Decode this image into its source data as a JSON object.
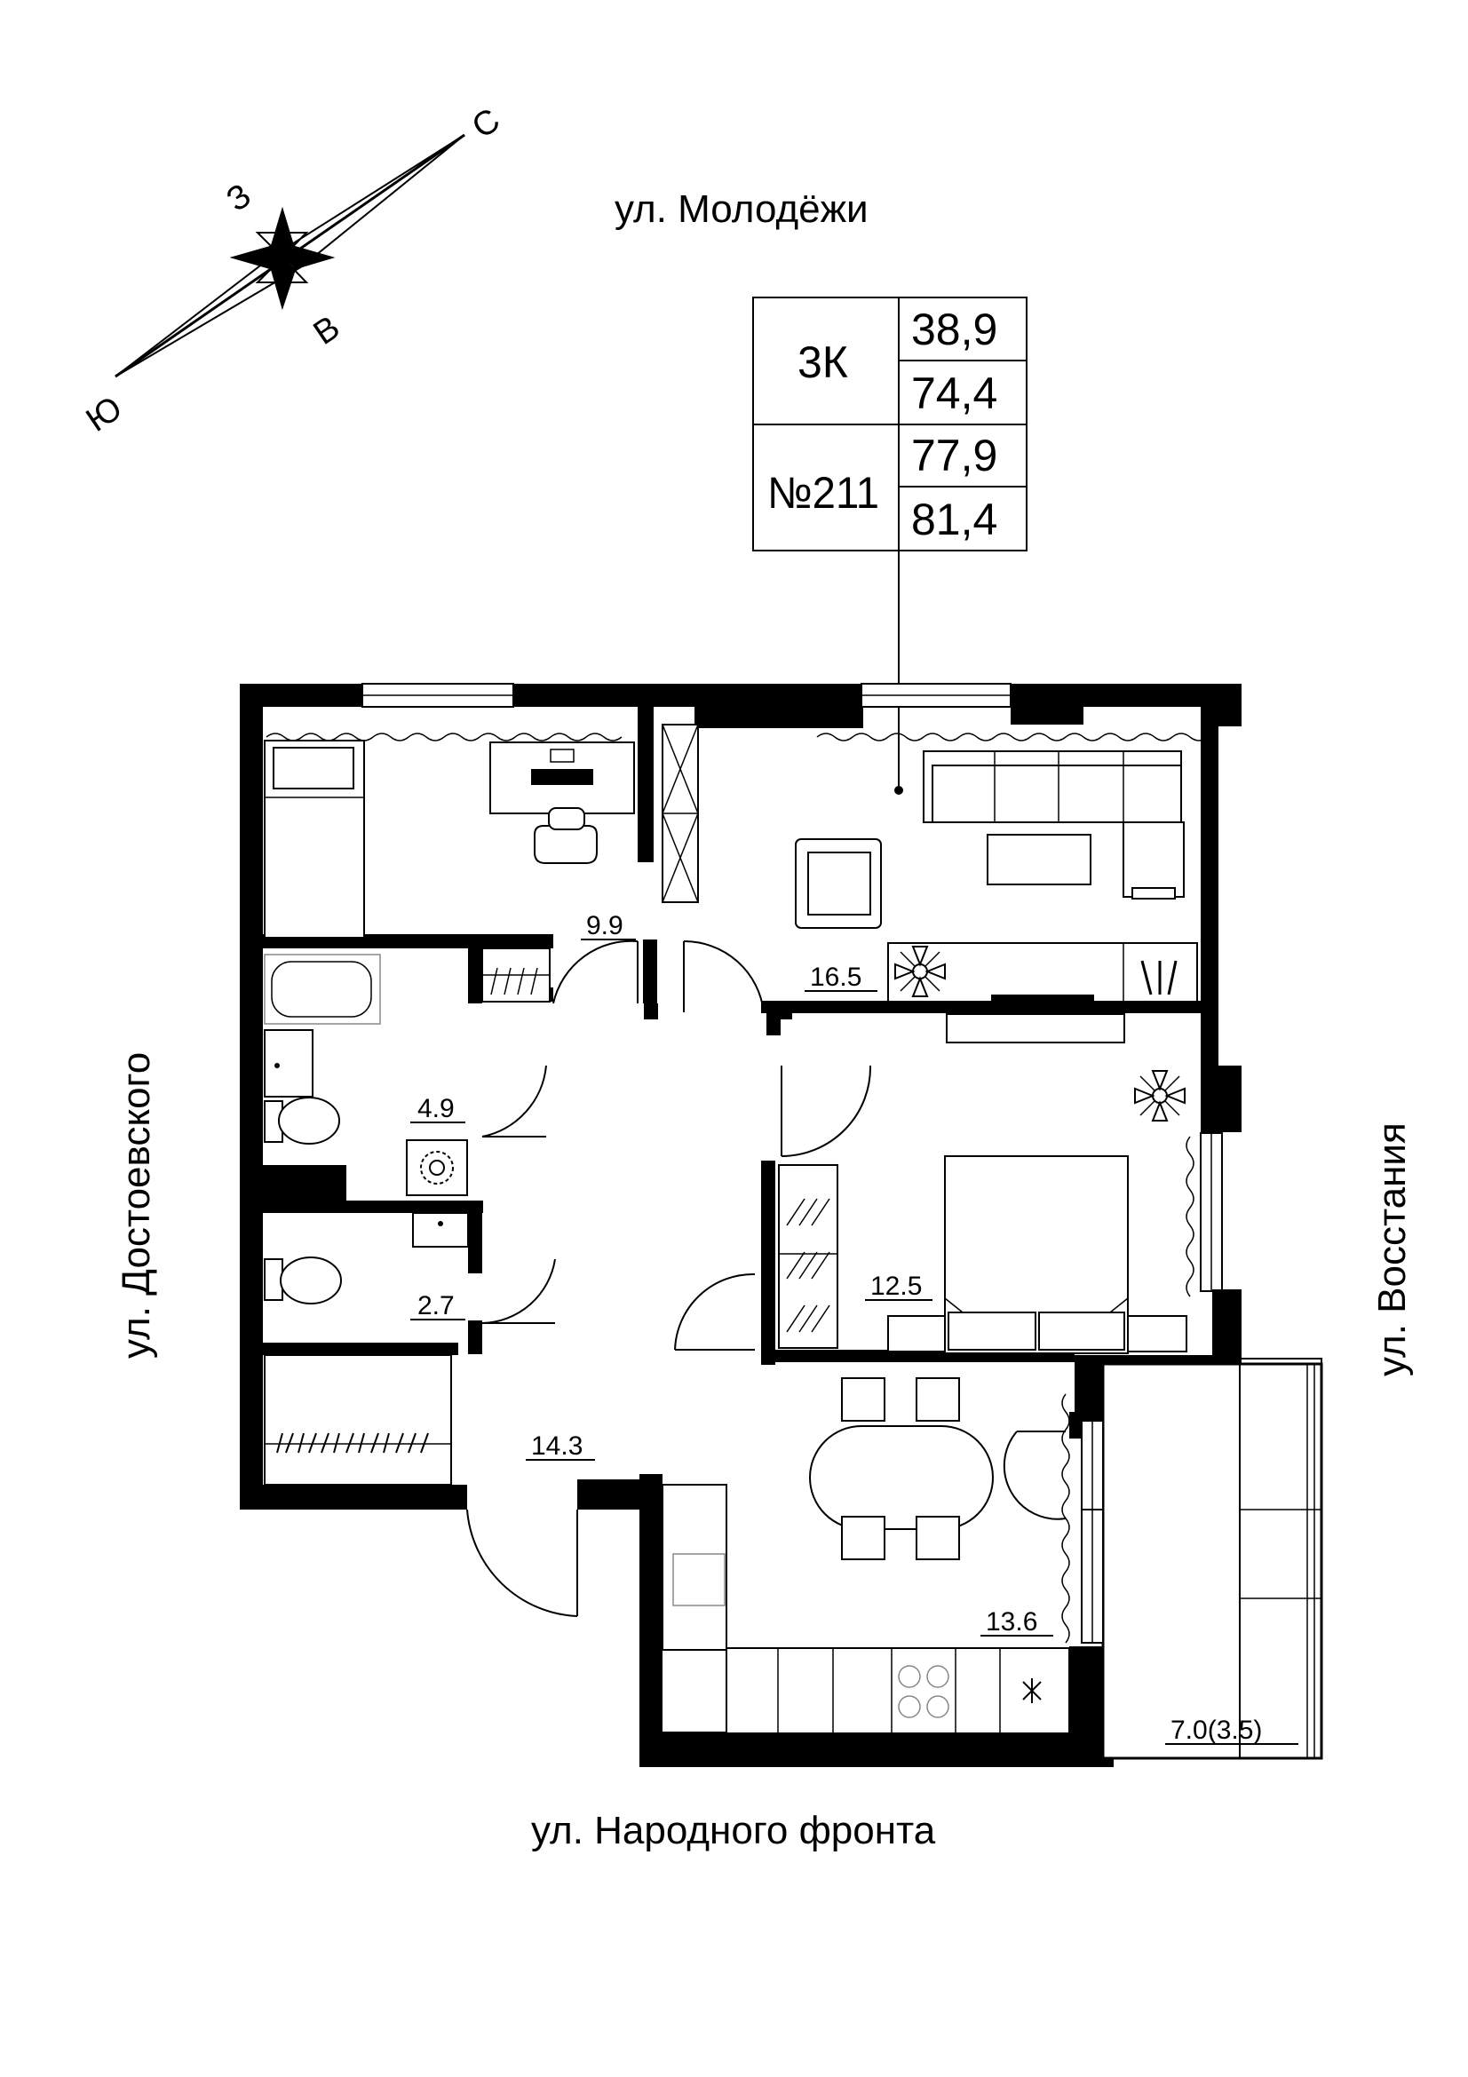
{
  "streets": {
    "north": "ул. Молодёжи",
    "south": "ул. Народного фронта",
    "west": "ул. Достоевского",
    "east": "ул. Восстания"
  },
  "compass": {
    "north": "С",
    "south": "Ю",
    "east": "В",
    "west": "З"
  },
  "apartment": {
    "type": "3К",
    "number": "№211",
    "areas": [
      "38,9",
      "74,4",
      "77,9",
      "81,4"
    ]
  },
  "rooms": {
    "bedroom_small": "9.9",
    "living_room": "16.5",
    "bathroom": "4.9",
    "wc": "2.7",
    "bedroom": "12.5",
    "hall": "14.3",
    "kitchen": "13.6",
    "balcony": "7.0(3.5)"
  }
}
